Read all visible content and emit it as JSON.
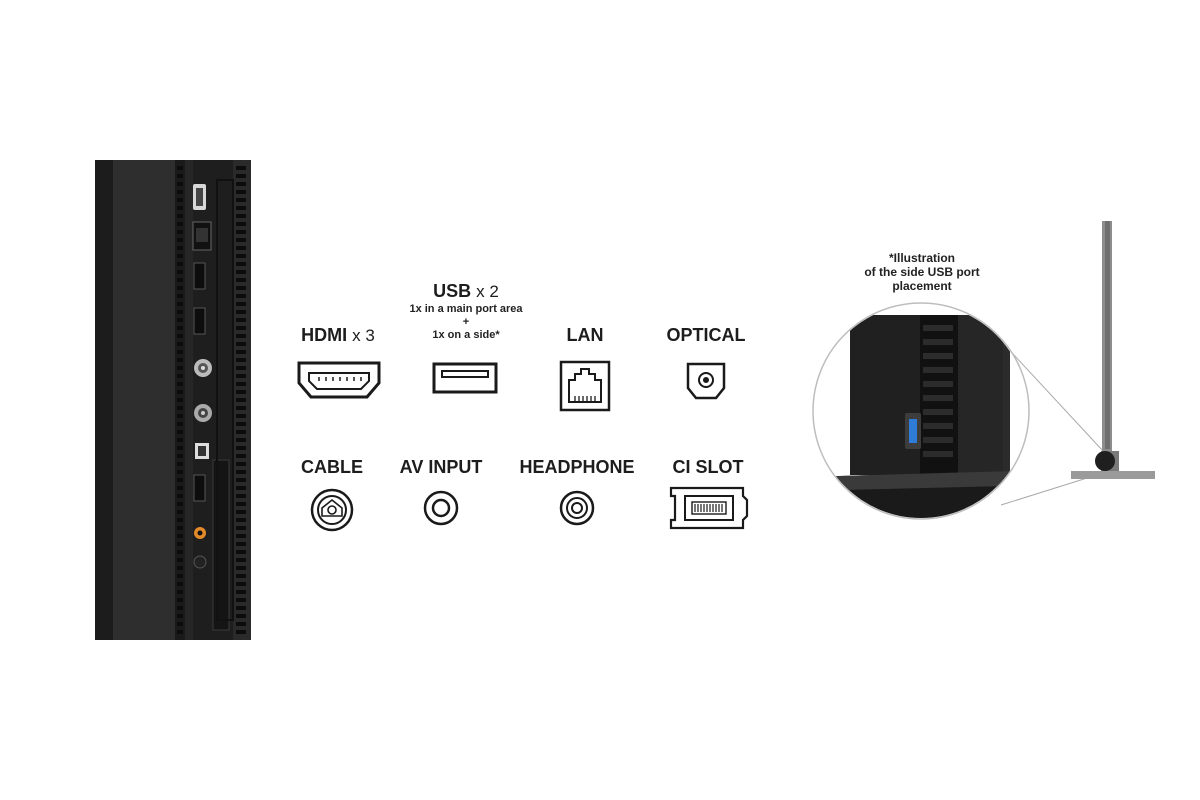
{
  "ports": {
    "hdmi": {
      "name": "HDMI",
      "mult": "x 3",
      "icon": "hdmi-port-icon"
    },
    "usb": {
      "name": "USB",
      "mult": "x 2",
      "note1": "1x in a main port area",
      "note2": "+",
      "note3": "1x on a side*",
      "icon": "usb-port-icon"
    },
    "lan": {
      "name": "LAN",
      "icon": "lan-port-icon"
    },
    "optical": {
      "name": "OPTICAL",
      "icon": "optical-port-icon"
    },
    "cable": {
      "name": "CABLE",
      "icon": "coax-port-icon"
    },
    "av_input": {
      "name": "AV INPUT",
      "icon": "av-jack-icon"
    },
    "headphone": {
      "name": "HEADPHONE",
      "icon": "headphone-jack-icon"
    },
    "ci_slot": {
      "name": "CI SLOT",
      "icon": "ci-card-icon"
    }
  },
  "illustration": {
    "note_line1": "*Illustration",
    "note_line2": "of the side USB port",
    "note_line3": "placement"
  },
  "colors": {
    "panel_dark": "#2a2a2a",
    "panel_black": "#151515",
    "tv_gray": "#8d8d8d",
    "accent_orange": "#e08a2a"
  }
}
